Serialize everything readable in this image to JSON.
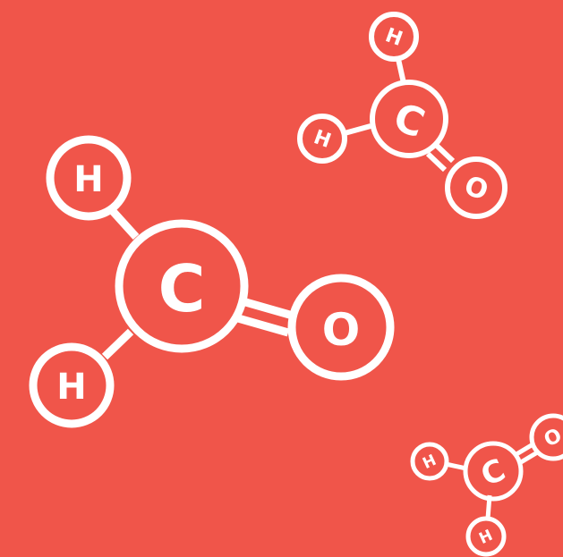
{
  "colors": {
    "background": "#F0554A",
    "line": "#FFFFFF"
  },
  "molecules": [
    {
      "atoms": [
        {
          "symbol": "H"
        },
        {
          "symbol": "H"
        },
        {
          "symbol": "C"
        },
        {
          "symbol": "O"
        }
      ]
    },
    {
      "atoms": [
        {
          "symbol": "H"
        },
        {
          "symbol": "H"
        },
        {
          "symbol": "C"
        },
        {
          "symbol": "O"
        }
      ]
    },
    {
      "atoms": [
        {
          "symbol": "H"
        },
        {
          "symbol": "H"
        },
        {
          "symbol": "C"
        },
        {
          "symbol": "O"
        }
      ]
    }
  ]
}
